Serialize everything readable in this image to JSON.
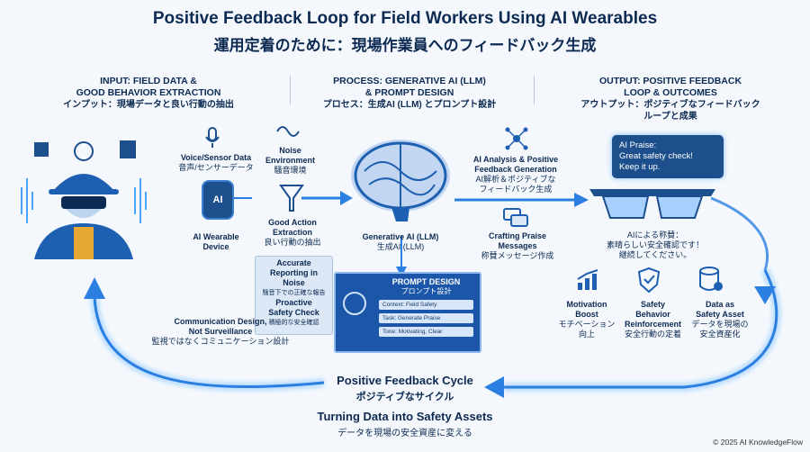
{
  "header": {
    "title": "Positive Feedback Loop for Field Workers Using AI Wearables",
    "subtitle": "運用定着のために：現場作業員へのフィードバック生成"
  },
  "columns": {
    "input": {
      "line1": "INPUT: FIELD DATA &",
      "line2": "GOOD BEHAVIOR EXTRACTION",
      "jp": "インプット：現場データと良い行動の抽出"
    },
    "process": {
      "line1": "PROCESS: GENERATIVE AI (LLM)",
      "line2": "& PROMPT DESIGN",
      "jp": "プロセス：生成AI (LLM) とプロンプト設計"
    },
    "output": {
      "line1": "OUTPUT: POSITIVE FEEDBACK",
      "line2": "LOOP & OUTCOMES",
      "jp1": "アウトプット：ポジティブなフィードバック",
      "jp2": "ループと成果"
    }
  },
  "input": {
    "voice": {
      "en": "Voice/Sensor Data",
      "jp": "音声/センサーデータ"
    },
    "noise": {
      "en1": "Noise",
      "en2": "Environment",
      "jp": "騒音環境"
    },
    "wearable": {
      "en1": "AI Wearable",
      "en2": "Device",
      "screen": "AI"
    },
    "good_action": {
      "en1": "Good Action",
      "en2": "Extraction",
      "jp": "良い行動の抽出"
    },
    "note": {
      "a1": "Accurate",
      "a2": "Reporting in",
      "a3": "Noise",
      "ajp": "騒音下での正確な報告",
      "b1": "Proactive",
      "b2": "Safety Check",
      "bjp": "積極的な安全確認"
    }
  },
  "process": {
    "llm": {
      "en": "Generative AI (LLM)",
      "jp": "生成AI (LLM)"
    },
    "prompt": {
      "title": "PROMPT DESIGN",
      "title_jp": "プロンプト設計",
      "rows": [
        "Context: Field Safety",
        "Task: Generate Praise",
        "Tone: Motivating, Clear"
      ]
    }
  },
  "analysis": {
    "en1": "AI Analysis & Positive",
    "en2": "Feedback Generation",
    "jp1": "AI解析＆ポジティブな",
    "jp2": "フィードバック生成"
  },
  "crafting": {
    "en1": "Crafting Praise",
    "en2": "Messages",
    "jp": "称賛メッセージ作成"
  },
  "output": {
    "bubble": {
      "l1": "AI Praise:",
      "l2": "Great safety check!",
      "l3": "Keep it up."
    },
    "praise_jp": {
      "l1": "AIによる称賛：",
      "l2": "素晴らしい安全確認です！",
      "l3": "継続してください。"
    },
    "outcomes": [
      {
        "en1": "Motivation",
        "en2": "Boost",
        "jp1": "モチベーション",
        "jp2": "向上"
      },
      {
        "en1": "Safety",
        "en2": "Behavior",
        "en3": "Reinforcement",
        "jp1": "安全行動の定着"
      },
      {
        "en1": "Data as",
        "en2": "Safety Asset",
        "jp1": "データを現場の",
        "jp2": "安全資産化"
      }
    ]
  },
  "communication": {
    "en1": "Communication Design,",
    "en2": "Not Surveillance",
    "jp": "監視ではなくコミュニケーション設計"
  },
  "cycle": {
    "title": "Positive Feedback Cycle",
    "title_jp": "ポジティブなサイクル",
    "sub": "Turning Data into Safety Assets",
    "sub_jp": "データを現場の安全資産に変える"
  },
  "copyright": "© 2025 AI KnowledgeFlow",
  "colors": {
    "navy": "#0c2a52",
    "glow": "#4aa3ff",
    "panel": "#1b56a8"
  }
}
